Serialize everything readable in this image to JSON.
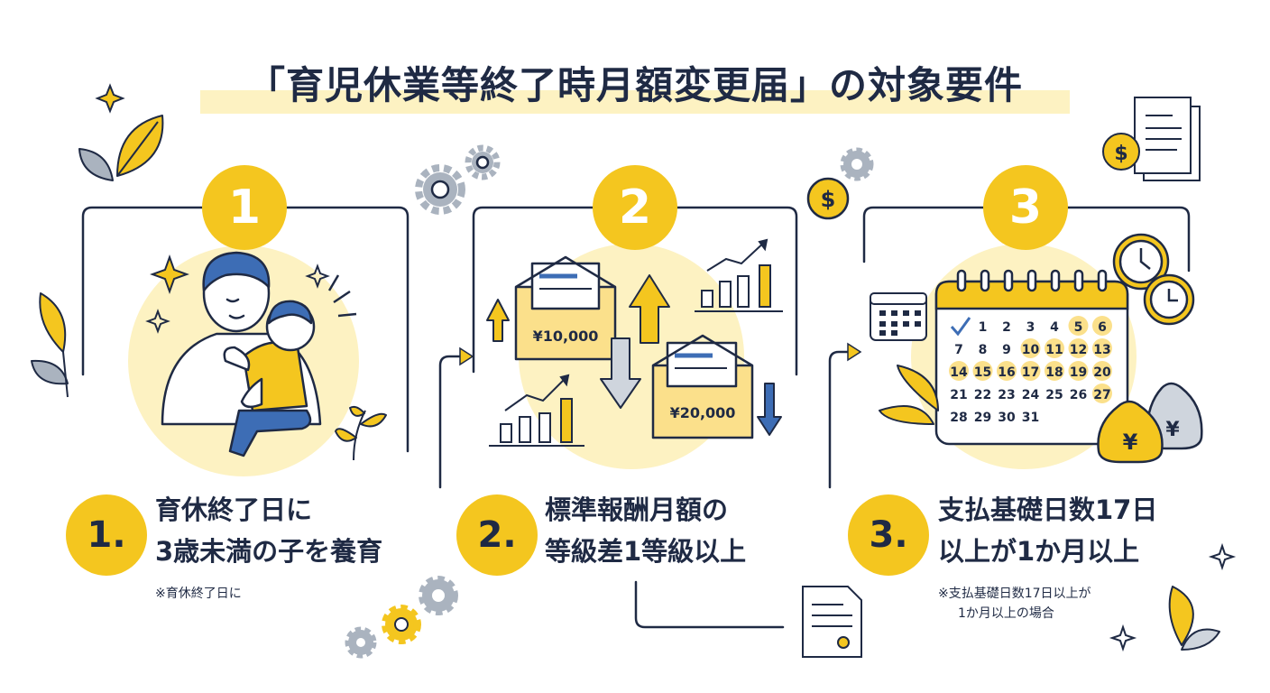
{
  "header": {
    "title": "「育児休業等終了時月額変更届」の対象要件"
  },
  "steps": [
    {
      "number": "1",
      "badge": "1.",
      "line1": "育休終了日に",
      "line2": "3歳未満の子を養育",
      "note_line1": "※育休終了日に",
      "note_line2": ""
    },
    {
      "number": "2",
      "badge": "2.",
      "line1": "標準報酬月額の",
      "line2": "等級差1等級以上",
      "note_line1": "",
      "note_line2": ""
    },
    {
      "number": "3",
      "badge": "3.",
      "line1": "支払基礎日数17日",
      "line2": "以上が1か月以上",
      "note_line1": "※支払基礎日数17日以上が",
      "note_line2": "1か月以上の場合"
    }
  ],
  "illustration": {
    "envelope_1_amount": "¥10,000",
    "envelope_2_amount": "¥20,000",
    "calendar_days": [
      "1",
      "2",
      "3",
      "4",
      "5",
      "6",
      "7",
      "8",
      "9",
      "10",
      "11",
      "12",
      "13",
      "14",
      "15",
      "16",
      "17",
      "18",
      "19",
      "20",
      "21",
      "22",
      "23",
      "24",
      "25",
      "26",
      "27",
      "28",
      "29",
      "30",
      "31"
    ],
    "highlighted_days": [
      "5",
      "6",
      "10",
      "11",
      "12",
      "13",
      "14",
      "15",
      "16",
      "17",
      "18",
      "19",
      "20",
      "27"
    ],
    "yen_symbol": "¥",
    "dollar_symbol": "$"
  },
  "colors": {
    "accent_yellow": "#f4c61f",
    "pale_yellow": "#fdf2c2",
    "navy": "#1f2a44",
    "blue": "#3d6db5",
    "gray": "#aab3bf"
  }
}
